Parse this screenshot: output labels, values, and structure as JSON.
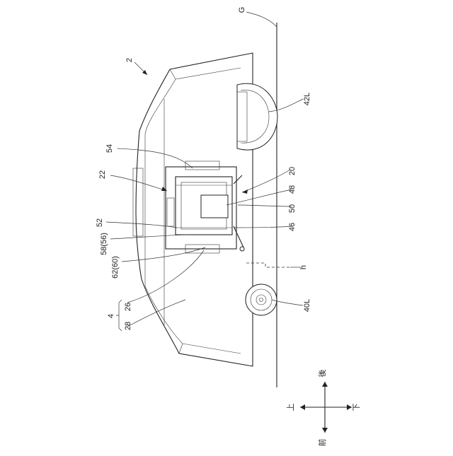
{
  "labels": {
    "vehicle": "2",
    "ground": "G",
    "rear_wheel": "42L",
    "front_wheel": "40L",
    "unit_20": "20",
    "unit_22": "22",
    "part_54": "54",
    "part_48": "48",
    "part_50": "50",
    "part_46": "46",
    "part_52": "52",
    "part_58": "58(56)",
    "part_62": "62(60)",
    "part_4": "4",
    "part_26": "26",
    "part_28": "28",
    "height_h": "h"
  },
  "direction": {
    "up": "上",
    "down": "下",
    "front": "前",
    "rear": "後"
  }
}
